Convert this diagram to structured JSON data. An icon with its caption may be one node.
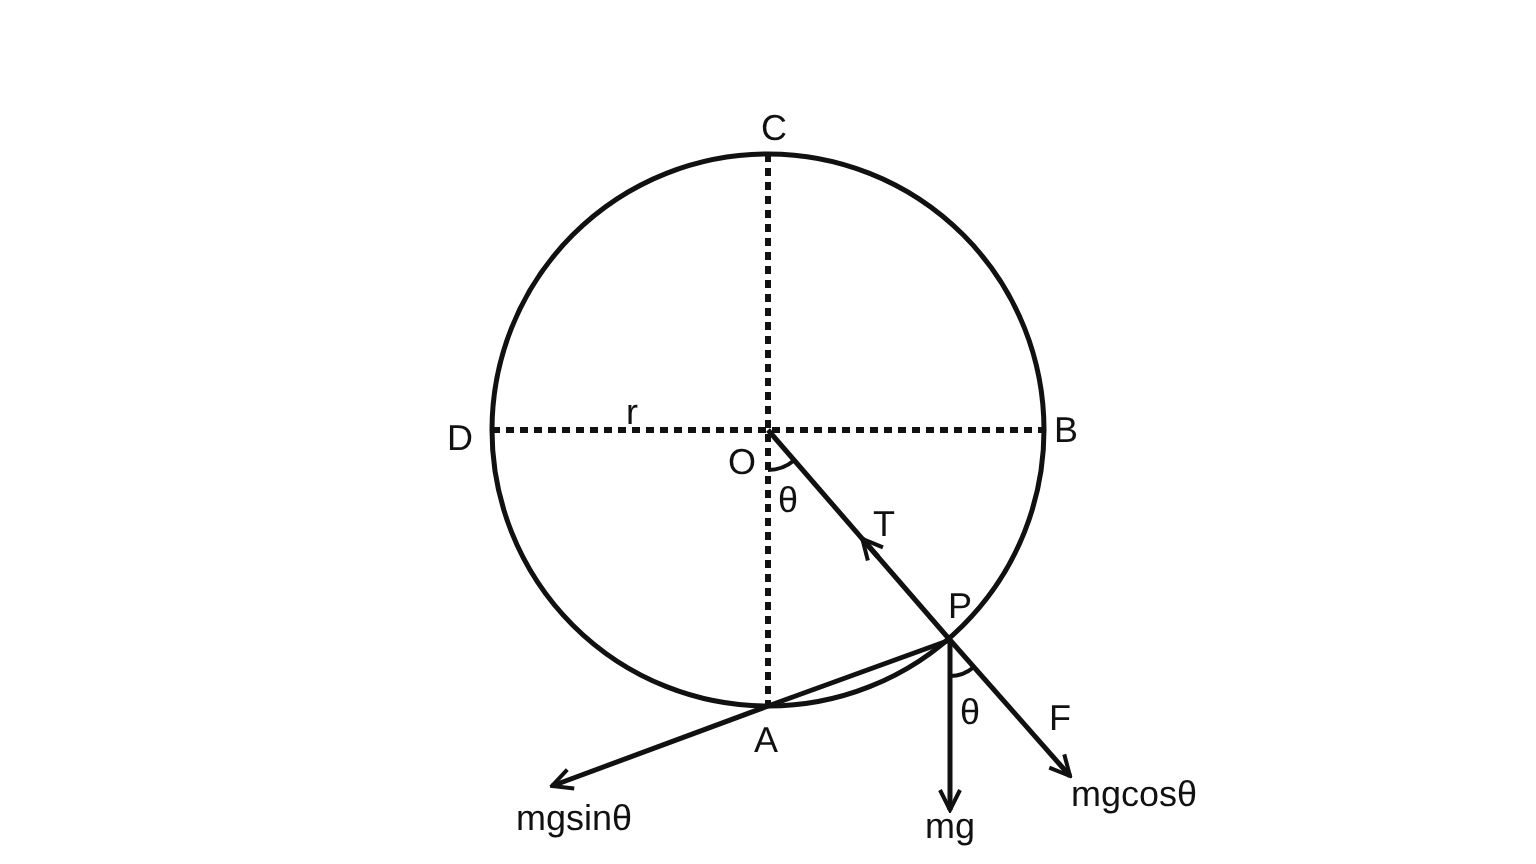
{
  "diagram": {
    "labels": [
      "C",
      "D",
      "r",
      "O",
      "B",
      "θ",
      "T",
      "P",
      "θ",
      "F",
      "A",
      "mgsinθ",
      "mg",
      "mgcosθ"
    ]
  }
}
